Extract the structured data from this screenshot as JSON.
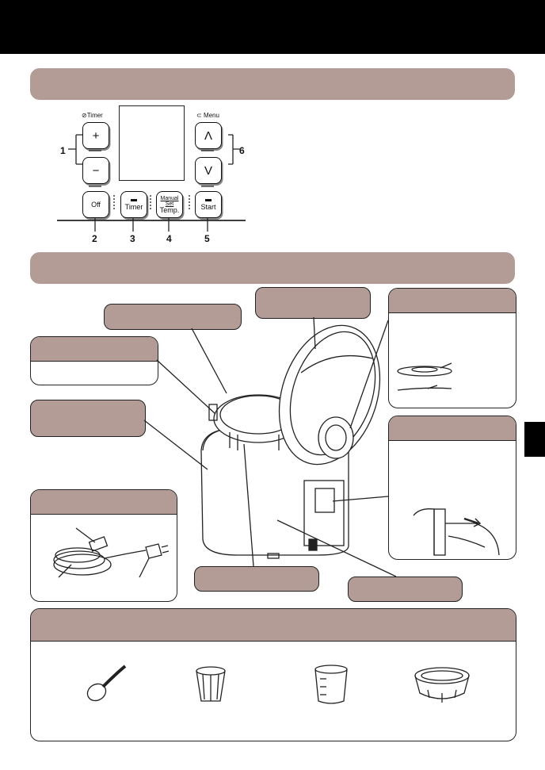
{
  "control_panel": {
    "timer_label": "Timer",
    "menu_label": "Menu",
    "buttons": {
      "plus": "+",
      "minus": "−",
      "up": "Λ",
      "down": "V",
      "off": "Off",
      "timer": "Timer",
      "manual_line1": "Manual Set",
      "manual_line2": "Temp.",
      "start": "Start"
    },
    "callout_numbers": [
      "1",
      "2",
      "3",
      "4",
      "5",
      "6"
    ]
  },
  "icons": [
    "clock-icon",
    "menu-icon",
    "indicator-light-icon",
    "power-cord-icon",
    "rice-scoop-icon",
    "strainer-basket-icon",
    "measuring-cup-icon",
    "steaming-tray-icon"
  ],
  "colors": {
    "band": "#b29c95",
    "topbar": "#000000",
    "outline": "#222222"
  }
}
